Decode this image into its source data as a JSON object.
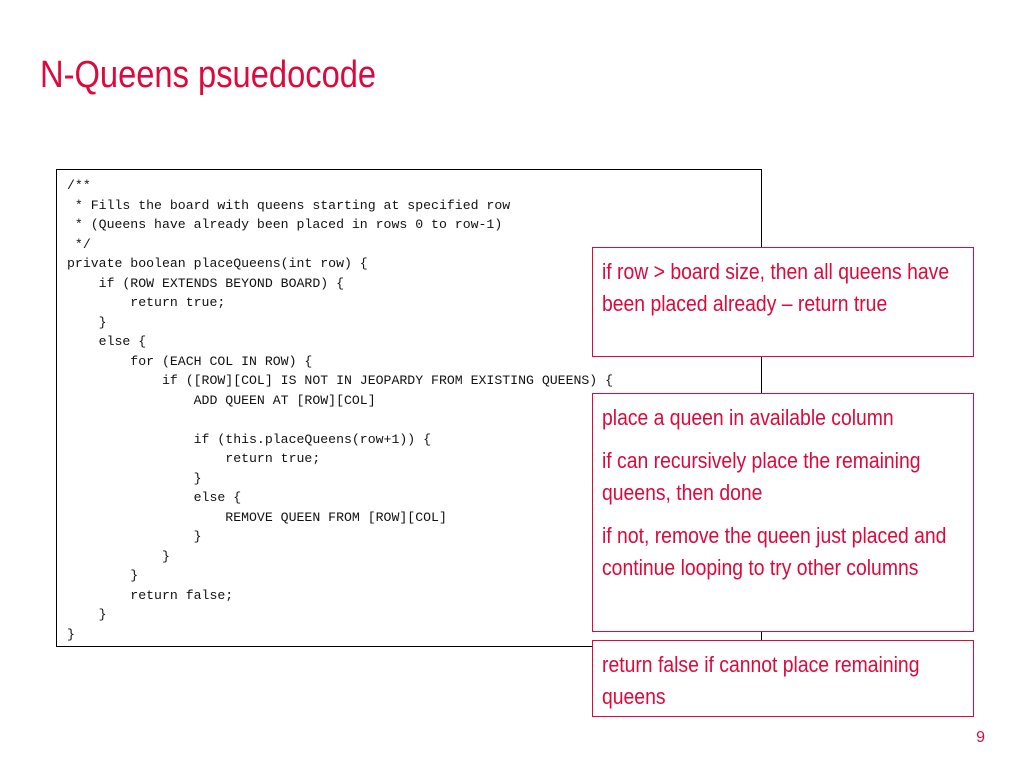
{
  "slide": {
    "title": "N-Queens psuedocode",
    "page_number": "9"
  },
  "code": {
    "lines": [
      "/**",
      " * Fills the board with queens starting at specified row",
      " * (Queens have already been placed in rows 0 to row-1)",
      " */",
      "private boolean placeQueens(int row) {",
      "    if (ROW EXTENDS BEYOND BOARD) {",
      "        return true;",
      "    }",
      "    else {",
      "        for (EACH COL IN ROW) {",
      "            if ([ROW][COL] IS NOT IN JEOPARDY FROM EXISTING QUEENS) {",
      "                ADD QUEEN AT [ROW][COL]",
      "",
      "                if (this.placeQueens(row+1)) {",
      "                    return true;",
      "                }",
      "                else {",
      "                    REMOVE QUEEN FROM [ROW][COL]",
      "                }",
      "            }",
      "        }",
      "        return false;",
      "    }",
      "}"
    ]
  },
  "notes": {
    "base_case": {
      "text": "if row > board size, then all queens have been placed already –     return true"
    },
    "loop": {
      "line1": "place a queen in available column",
      "line2": "if can recursively place the remaining queens, then done",
      "line3": "if not, remove the queen just placed and continue looping to try other columns"
    },
    "failure": {
      "text": "return false if cannot place remaining queens"
    }
  },
  "colors": {
    "accent": "#dc0a3c",
    "code_text": "#111111",
    "border": "#000000"
  }
}
